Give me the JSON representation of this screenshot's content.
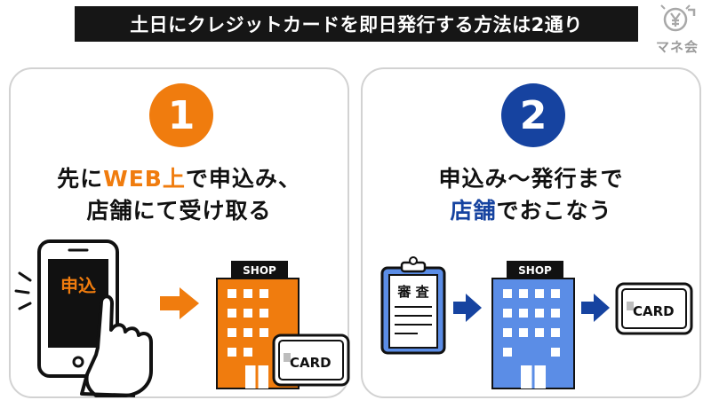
{
  "title": "土日にクレジットカードを即日発行する方法は2通り",
  "logo": {
    "text": "マネ会",
    "icon": "yen-coin-icon"
  },
  "colors": {
    "orange": "#f07c0e",
    "blue": "#1643a0",
    "building_blue": "#5b8de6",
    "dark": "#161616",
    "panel_border": "#d2d2d2"
  },
  "left": {
    "number": "1",
    "line1": {
      "pre": "先に",
      "highlight": "WEB上",
      "post": "で申込み、"
    },
    "line2": "店舗にて受け取る",
    "phone_text": "申込",
    "shop_label": "SHOP",
    "card_label": "CARD"
  },
  "right": {
    "number": "2",
    "line1": "申込み〜発行まで",
    "line2": {
      "highlight": "店舗",
      "post": "でおこなう"
    },
    "clipboard_text": "審 査",
    "shop_label": "SHOP",
    "card_label": "CARD"
  }
}
